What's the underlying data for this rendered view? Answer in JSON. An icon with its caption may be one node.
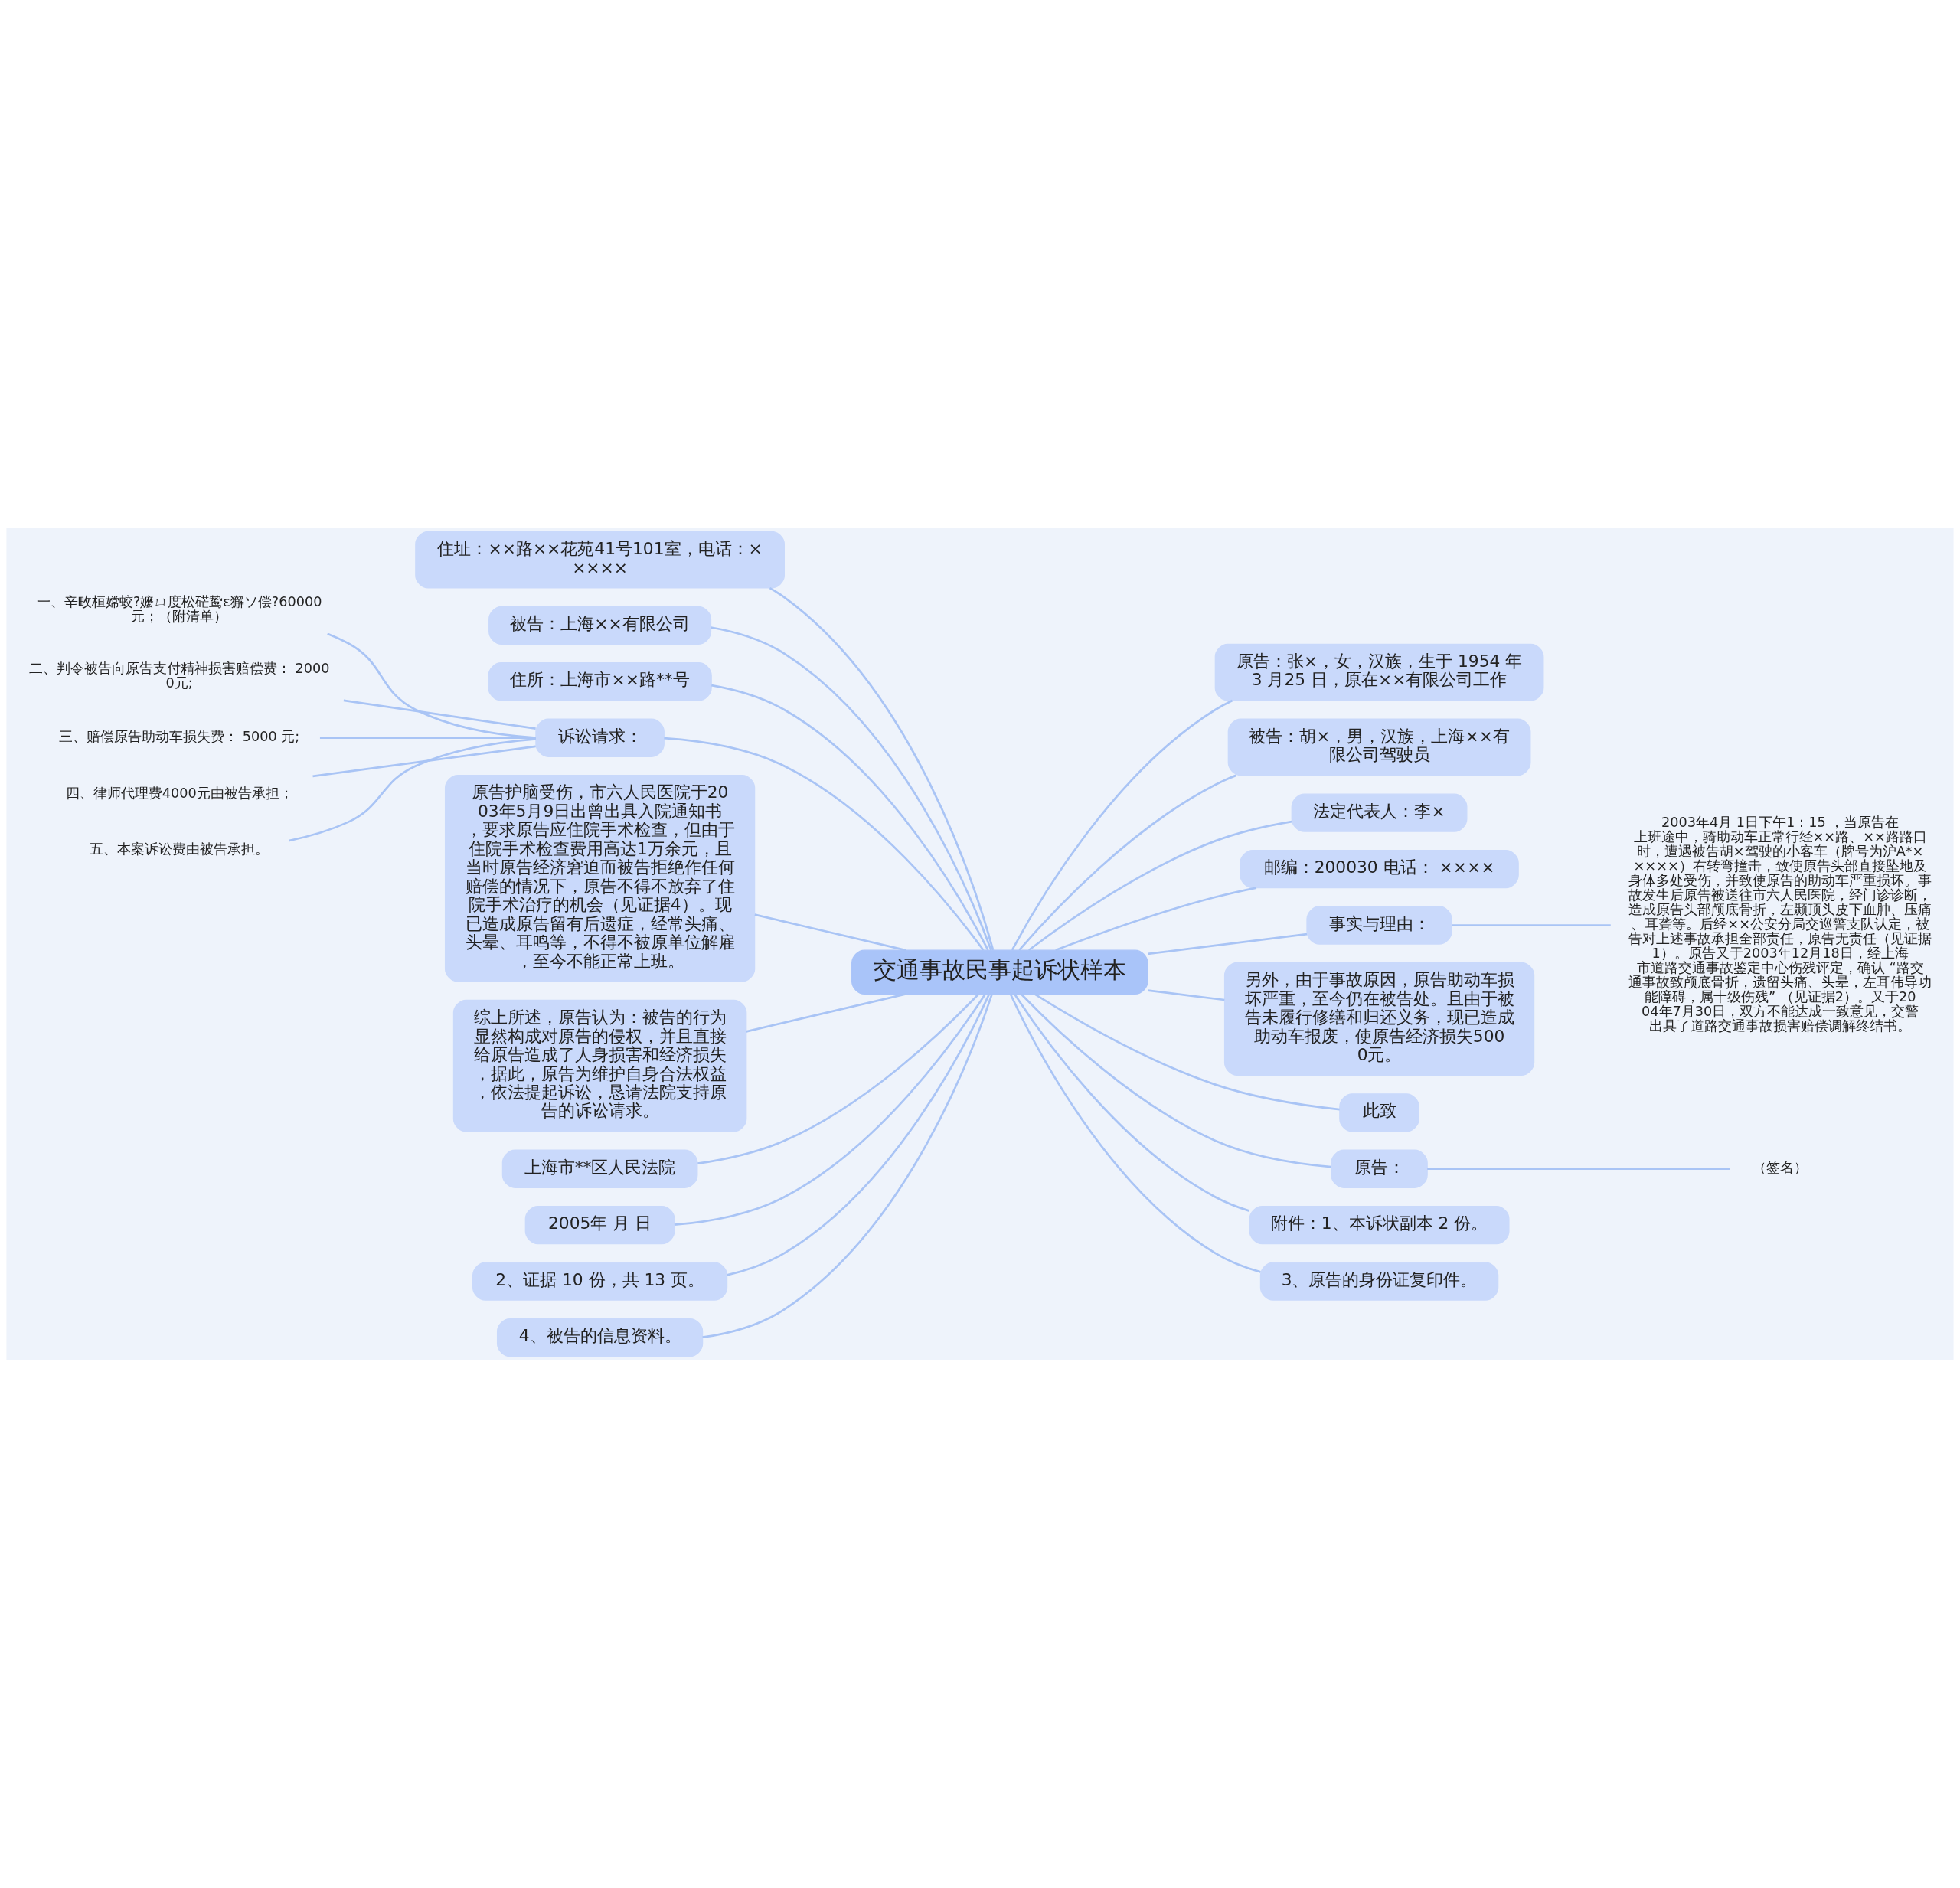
{
  "diagram": {
    "nodes": [
      {
        "text": [
          "交通事故民事起诉状样本"
        ]
      },
      {
        "text": [
          "住址：××路××花苑41号101室，电话：×××××"
        ]
      },
      {
        "text": [
          "被告：上海××有限公司"
        ]
      },
      {
        "text": [
          "住所：上海市××路**号"
        ]
      },
      {
        "text": [
          "诉讼请求："
        ]
      },
      {
        "text": [
          "一、辛畋桓嫦蛟?嬷ㄩ度松硭鸷ε獬ソ偿?60000 元；（附清单）"
        ]
      },
      {
        "text": [
          "二、判令被告向原告支付精神损害赔偿费： 20000元;"
        ]
      },
      {
        "text": [
          "三、赔偿原告助动车损失费： 5000 元;"
        ]
      },
      {
        "text": [
          "四、律师代理费4000元由被告承担；"
        ]
      },
      {
        "text": [
          "五、本案诉讼费由被告承担。"
        ]
      },
      {
        "text": [
          "原告护脑受伤，市六人民医院于2003年5月9日出曾出具入院通知书，要求原告应住院手术检查，但由于住院手术检查费用高达1万余元，且当时原告经济窘迫而被告拒绝作任何赔偿的情况下，原告不得不放弃了住院手术治疗的机会（见证据4）。现已造成原告留有后遗症，经常头痛、头晕、耳鸣等，不得不被原单位解雇，至今不能正常上班。"
        ]
      },
      {
        "text": [
          "综上所述，原告认为：被告的行为显然构成对原告的侵权，并且直接给原告造成了人身损害和经济损失，据此，原告为维护自身合法权益，依法提起诉讼，恳请法院支持原告的诉讼请求。"
        ]
      },
      {
        "text": [
          "上海市**区人民法院"
        ]
      },
      {
        "text": [
          "2005年 月 日"
        ]
      },
      {
        "text": [
          "2、证据 10 份，共 13 页。"
        ]
      },
      {
        "text": [
          "4、被告的信息资料。"
        ]
      },
      {
        "text": [
          "原告：张×，女，汉族，生于 1954 年 3 月25 日，原在××有限公司工作"
        ]
      },
      {
        "text": [
          "被告：胡×，男，汉族，上海××有限公司驾驶员"
        ]
      },
      {
        "text": [
          "法定代表人：李×"
        ]
      },
      {
        "text": [
          "邮编：200030 电话： ××××"
        ]
      },
      {
        "text": [
          "事实与理由："
        ]
      },
      {
        "text": [
          "2003年4月 1日下午1：15 ，当原告在上班途中，骑助动车正常行经××路、××路路口时，遭遇被告胡×驾驶的小客车（牌号为沪A*×××××）右转弯撞击，致使原告头部直接坠地及身体多处受伤，并致使原告的助动车严重损坏。事故发生后原告被送往市六人民医院，经门诊诊断，造成原告头部颅底骨折，左颞顶头皮下血肿、压痛、耳聋等。后经××公安分局交巡警支队认定，被告对上述事故承担全部责任，原告无责任（见证据1）。原告又于2003年12月18日，经上海市道路交通事故鉴定中心伤残评定，确认 “路交通事故致颅底骨折，遗留头痛、头晕，左耳伟导功能障碍，属十级伤残” （见证据2）。又于2004年7月30日，双方不能达成一致意见，交警出具了道路交通事故损害赔偿调解终结书。"
        ]
      },
      {
        "text": [
          "另外，由于事故原因，原告助动车损坏严重，至今仍在被告处。且由于被告未履行修缮和归还义务，现已造成助动车报废，使原告经济损失5000元。"
        ]
      },
      {
        "text": [
          "此致"
        ]
      },
      {
        "text": [
          "原告："
        ]
      },
      {
        "text": [
          "（签名）"
        ]
      },
      {
        "text": [
          "附件：1、本诉状副本 2 份。"
        ]
      },
      {
        "text": [
          "3、原告的身份证复印件。"
        ]
      }
    ],
    "edges": [
      {
        "from": 0,
        "to": 1,
        "arrow": "none"
      },
      {
        "from": 0,
        "to": 2,
        "arrow": "none"
      },
      {
        "from": 0,
        "to": 3,
        "arrow": "none"
      },
      {
        "from": 0,
        "to": 4,
        "arrow": "none"
      },
      {
        "from": 4,
        "to": 5,
        "arrow": "none"
      },
      {
        "from": 4,
        "to": 6,
        "arrow": "none"
      },
      {
        "from": 4,
        "to": 7,
        "arrow": "none"
      },
      {
        "from": 4,
        "to": 8,
        "arrow": "none"
      },
      {
        "from": 4,
        "to": 9,
        "arrow": "none"
      },
      {
        "from": 0,
        "to": 10,
        "arrow": "none"
      },
      {
        "from": 0,
        "to": 11,
        "arrow": "none"
      },
      {
        "from": 0,
        "to": 12,
        "arrow": "none"
      },
      {
        "from": 0,
        "to": 13,
        "arrow": "none"
      },
      {
        "from": 0,
        "to": 14,
        "arrow": "none"
      },
      {
        "from": 0,
        "to": 15,
        "arrow": "none"
      },
      {
        "from": 0,
        "to": 16,
        "arrow": "none"
      },
      {
        "from": 0,
        "to": 17,
        "arrow": "none"
      },
      {
        "from": 0,
        "to": 18,
        "arrow": "none"
      },
      {
        "from": 0,
        "to": 19,
        "arrow": "none"
      },
      {
        "from": 0,
        "to": 20,
        "arrow": "none"
      },
      {
        "from": 20,
        "to": 21,
        "arrow": "none"
      },
      {
        "from": 0,
        "to": 22,
        "arrow": "none"
      },
      {
        "from": 0,
        "to": 23,
        "arrow": "none"
      },
      {
        "from": 0,
        "to": 24,
        "arrow": "none"
      },
      {
        "from": 24,
        "to": 25,
        "arrow": "none"
      },
      {
        "from": 0,
        "to": 26,
        "arrow": "none"
      },
      {
        "from": 0,
        "to": 27,
        "arrow": "none"
      }
    ]
  }
}
